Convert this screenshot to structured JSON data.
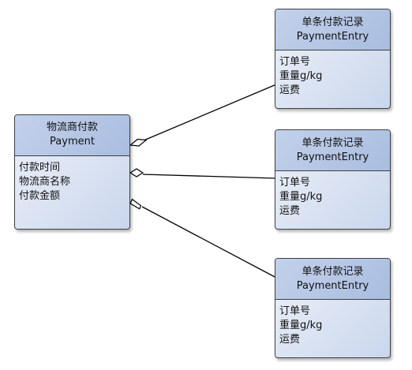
{
  "payment": {
    "title_cn": "物流商付款",
    "title_en": "Payment",
    "attributes": [
      "付款时间",
      "物流商名称",
      "付款金额"
    ]
  },
  "entries": [
    {
      "title_cn": "单条付款记录",
      "title_en": "PaymentEntry",
      "attributes": [
        "订单号",
        "重量g/kg",
        "运费"
      ]
    },
    {
      "title_cn": "单条付款记录",
      "title_en": "PaymentEntry",
      "attributes": [
        "订单号",
        "重量g/kg",
        "运费"
      ]
    },
    {
      "title_cn": "单条付款记录",
      "title_en": "PaymentEntry",
      "attributes": [
        "订单号",
        "重量g/kg",
        "运费"
      ]
    }
  ],
  "colors": {
    "header_fill": "#b4c5e4",
    "body_fill": "#dde5f3",
    "border": "#3a3f47",
    "connector": "#000000"
  }
}
